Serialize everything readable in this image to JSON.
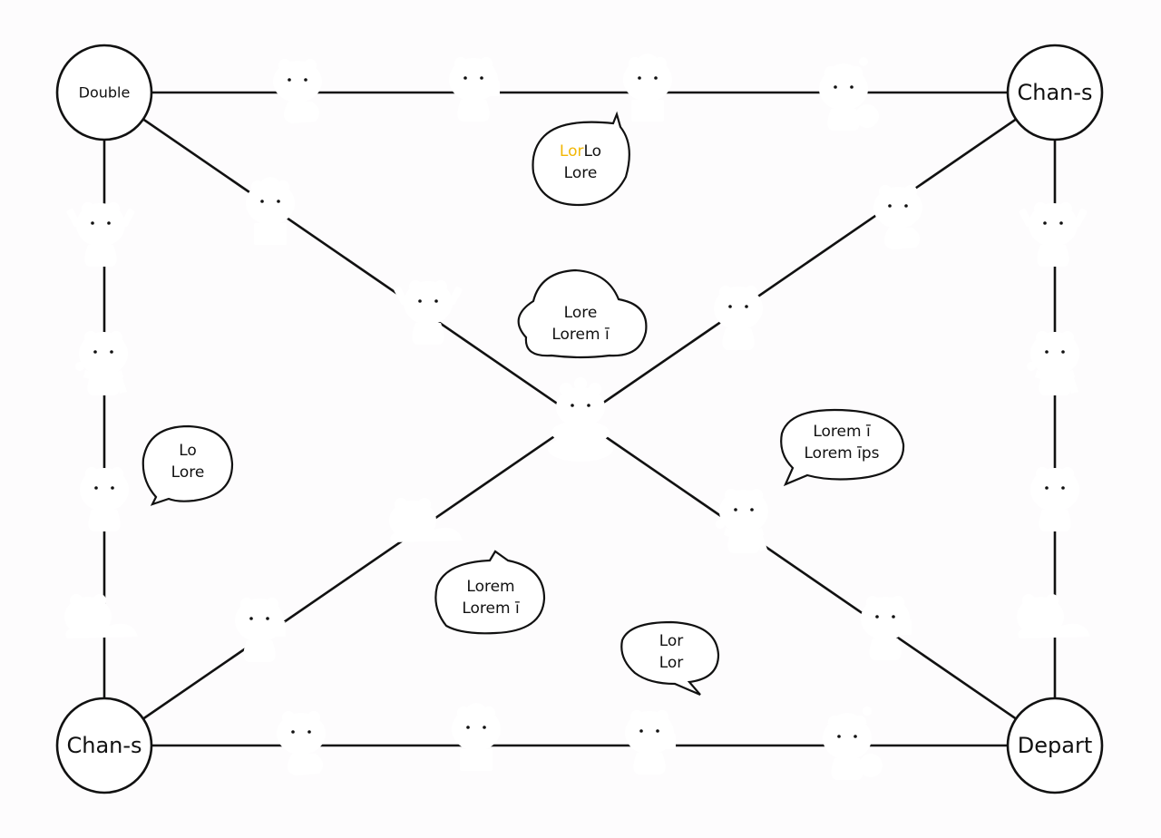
{
  "board": {
    "corners": {
      "top_left": "Double",
      "top_right": "Chan-s",
      "bottom_left": "Chan-s",
      "bottom_right": "Depart"
    },
    "bubbles": {
      "top": {
        "line1_accent": "Lor",
        "line1_rest": "Lo",
        "line2": "Lore",
        "accent_color": "#f2b705"
      },
      "center_cloud": {
        "line1": "Lore",
        "line2": "Lorem ī"
      },
      "left": {
        "line1": "Lo",
        "line2": "Lore"
      },
      "right": {
        "line1": "Lorem ī",
        "line2": "Lorem īps"
      },
      "bottom_left": {
        "line1": "Lorem",
        "line2": "Lorem ī"
      },
      "bottom_right": {
        "line1": "Lor",
        "line2": "Lor"
      }
    },
    "colors": {
      "line": "#111111",
      "fill": "#ffffff",
      "background": "#fdfcfd"
    }
  }
}
